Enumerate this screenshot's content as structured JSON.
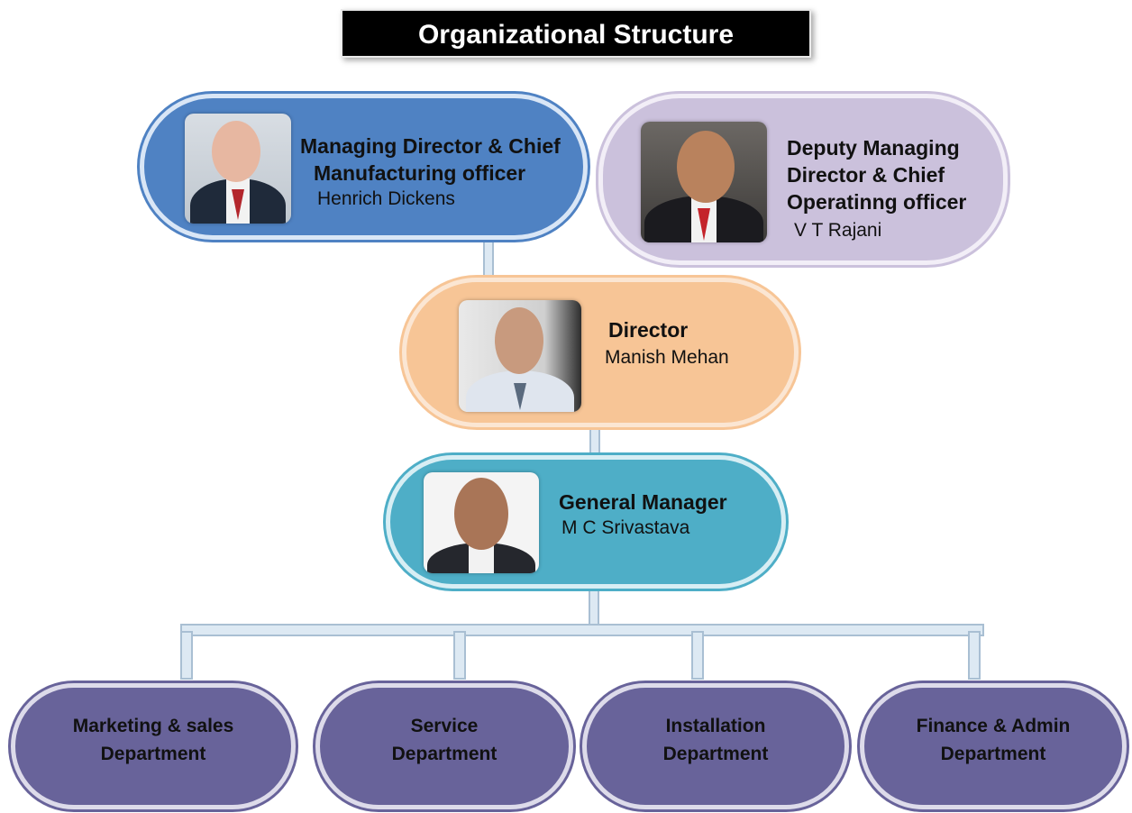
{
  "title": "Organizational Structure",
  "nodes": {
    "managing_director": {
      "role_line1": "Managing  Director & Chief",
      "role_line2": "Manufacturing officer",
      "name": "Henrich Dickens"
    },
    "deputy_managing_director": {
      "role_line1": "Deputy Managing",
      "role_line2": "Director & Chief",
      "role_line3": "Operatinng officer",
      "name": "V T Rajani"
    },
    "director": {
      "role": "Director",
      "name": "Manish Mehan"
    },
    "general_manager": {
      "role": "General  Manager",
      "name": "M C Srivastava"
    }
  },
  "departments": [
    {
      "line1": "Marketing & sales",
      "line2": "Department"
    },
    {
      "line1": "Service",
      "line2": "Department"
    },
    {
      "line1": "Installation",
      "line2": "Department"
    },
    {
      "line1": "Finance & Admin",
      "line2": "Department"
    }
  ],
  "colors": {
    "managing_director": "#4f82c3",
    "deputy_managing_director": "#cbc1dc",
    "director": "#f7c596",
    "general_manager": "#4eaec7",
    "department": "#68639a",
    "title_bg": "#000000"
  }
}
